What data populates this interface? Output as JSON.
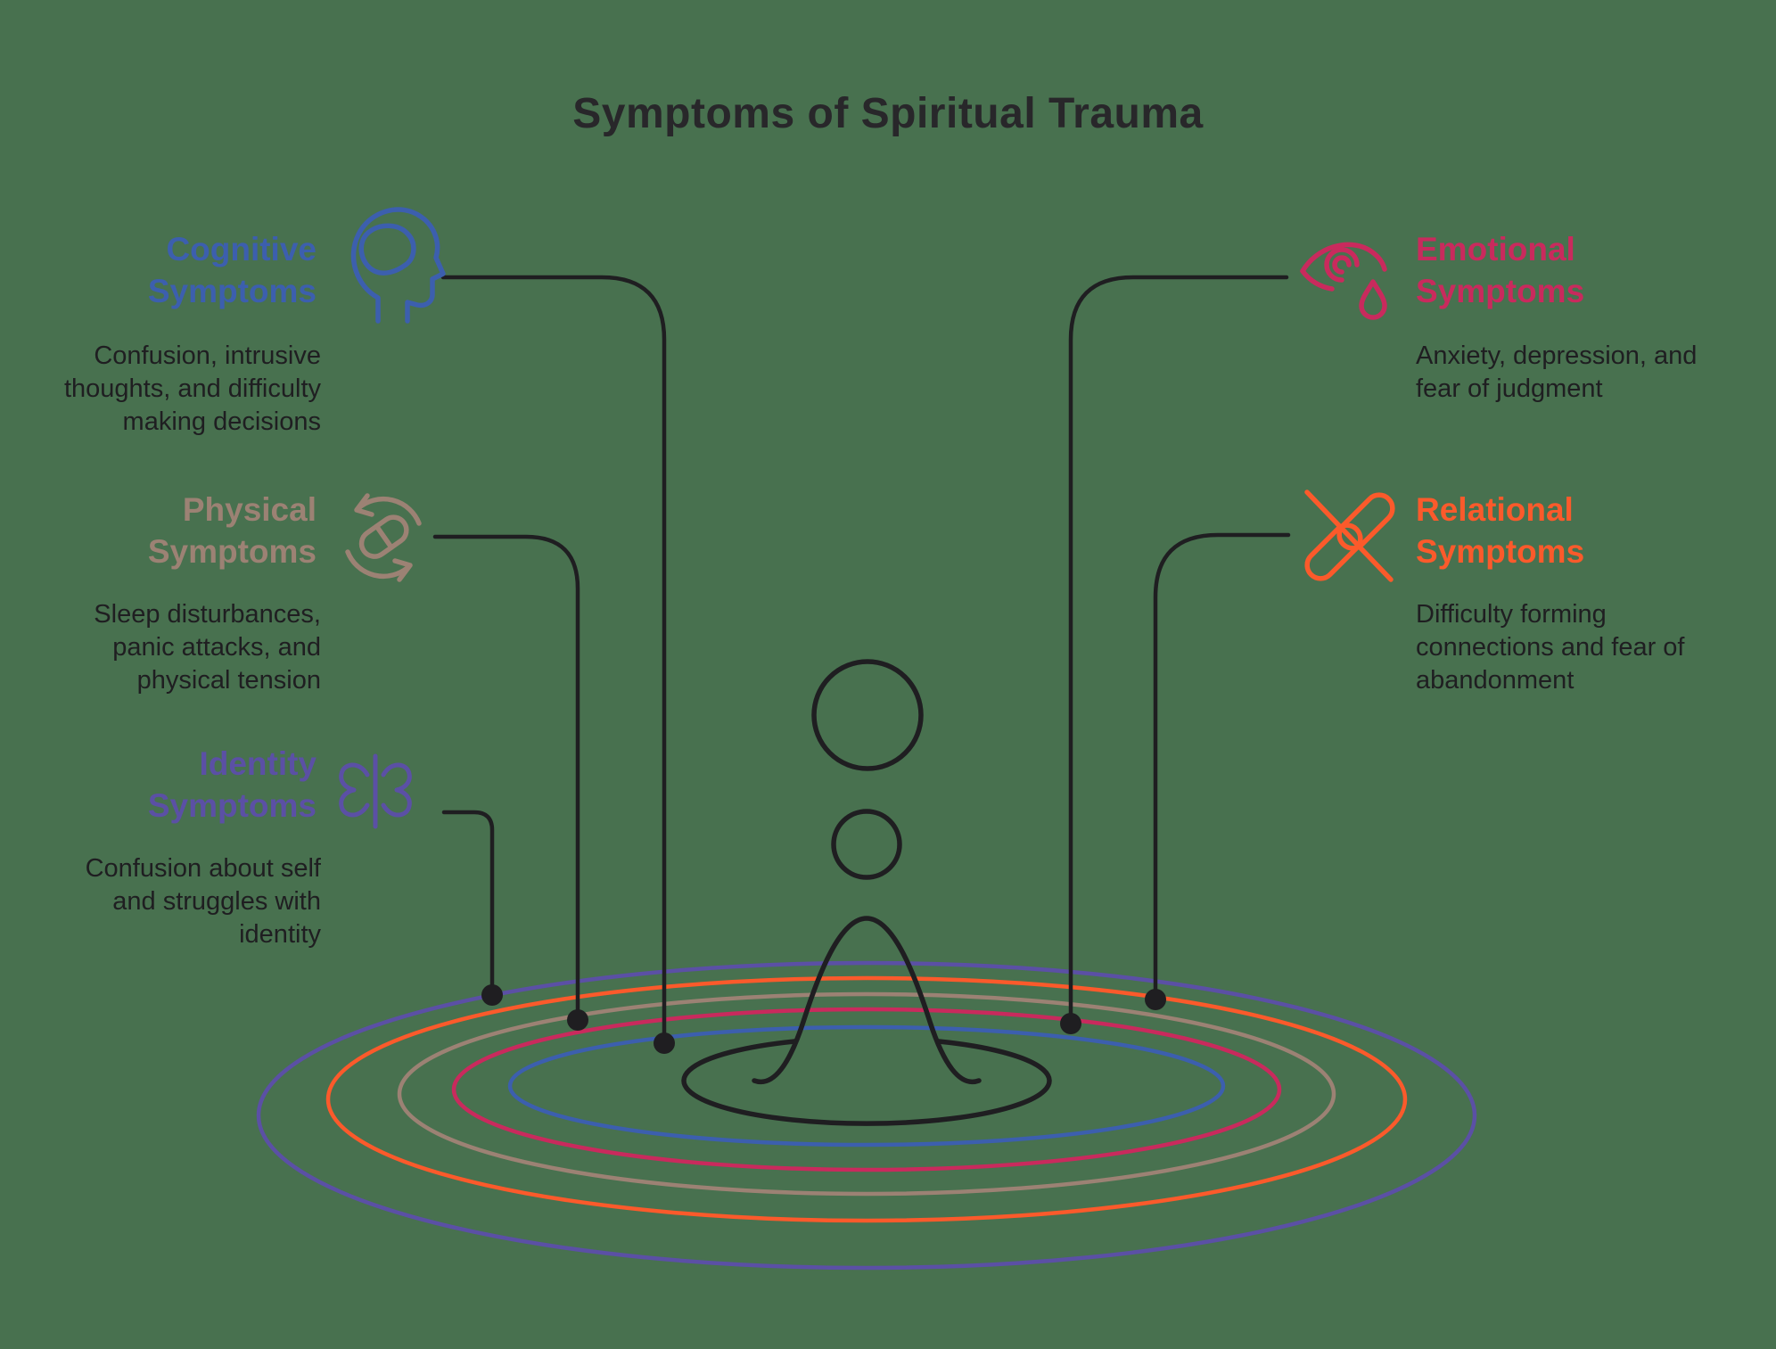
{
  "page": {
    "title": "Symptoms of Spiritual Trauma",
    "background_color": "#48714f",
    "text_color": "#1f1e21"
  },
  "sections": [
    {
      "name": "Cognitive Symptoms",
      "label": "Cognitive\nSymptoms",
      "description": "Confusion, intrusive\nthoughts, and difficulty\nmaking decisions",
      "color": "#3c5fae",
      "icon": "head-brain-icon",
      "side": "left"
    },
    {
      "name": "Physical Symptoms",
      "label": "Physical\nSymptoms",
      "description": "Sleep disturbances,\npanic attacks, and\nphysical tension",
      "color": "#9c8274",
      "icon": "pill-cycle-icon",
      "side": "left"
    },
    {
      "name": "Identity Symptoms",
      "label": "Identity\nSymptoms",
      "description": "Confusion about self\nand struggles with\nidentity",
      "color": "#5b50a5",
      "icon": "butterfly-icon",
      "side": "left"
    },
    {
      "name": "Emotional Symptoms",
      "label": "Emotional\nSymptoms",
      "description": "Anxiety, depression, and\nfear of judgment",
      "color": "#c92a5d",
      "icon": "crying-eye-icon",
      "side": "right"
    },
    {
      "name": "Relational Symptoms",
      "label": "Relational\nSymptoms",
      "description": "Difficulty forming\nconnections and fear of\nabandonment",
      "color": "#fb5a2b",
      "icon": "broken-link-icon",
      "side": "right"
    }
  ],
  "ripples": {
    "ring_colors": [
      "#1f1e21",
      "#3c5fae",
      "#c92a5d",
      "#9c8274",
      "#fb5a2b",
      "#5b50a5"
    ],
    "center_figure": "water-droplet-splash-with-rising-drops"
  }
}
